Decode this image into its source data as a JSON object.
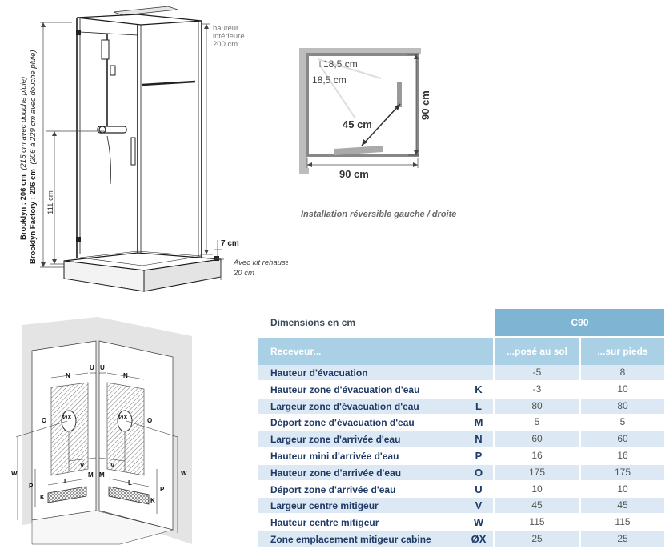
{
  "shower_diagram": {
    "height_label_1": "Brooklyn : 206 cm",
    "height_label_1_note": "(215 cm avec douche pluie)",
    "height_label_2": "Brooklyn Factory : 206 cm",
    "height_label_2_note": "(206 à 229 cm avec douche pluie)",
    "interior_height": [
      "hauteur",
      "intérieure",
      "200 cm"
    ],
    "tap_height": "111 cm",
    "tray_height": "7 cm",
    "riser_kit": [
      "Avec kit rehausse",
      "20 cm"
    ]
  },
  "plan_view": {
    "dim_1": "18,5 cm",
    "dim_2": "18,5 cm",
    "diagonal": "45 cm",
    "depth": "90 cm",
    "width": "90 cm",
    "caption": "Installation réversible gauche / droite"
  },
  "wall_diagram": {
    "letters": [
      "N",
      "U",
      "U",
      "N",
      "O",
      "ØX",
      "ØX",
      "O",
      "V",
      "V",
      "W",
      "W",
      "P",
      "P",
      "L",
      "M",
      "M",
      "L",
      "K",
      "K"
    ]
  },
  "table": {
    "header_label": "Dimensions en cm",
    "model": "C90",
    "sub_label": "Receveur...",
    "col1": "...posé au sol",
    "col2": "...sur pieds",
    "rows": [
      {
        "name": "Hauteur d'évacuation",
        "code": "",
        "v1": "-5",
        "v2": "8"
      },
      {
        "name": "Hauteur zone d'évacuation d'eau",
        "code": "K",
        "v1": "-3",
        "v2": "10"
      },
      {
        "name": "Largeur zone d'évacuation d'eau",
        "code": "L",
        "v1": "80",
        "v2": "80"
      },
      {
        "name": "Déport zone d'évacuation d'eau",
        "code": "M",
        "v1": "5",
        "v2": "5"
      },
      {
        "name": "Largeur zone d'arrivée d'eau",
        "code": "N",
        "v1": "60",
        "v2": "60"
      },
      {
        "name": "Hauteur mini d'arrivée d'eau",
        "code": "P",
        "v1": "16",
        "v2": "16"
      },
      {
        "name": "Hauteur zone d'arrivée d'eau",
        "code": "O",
        "v1": "175",
        "v2": "175"
      },
      {
        "name": "Déport zone d'arrivée d'eau",
        "code": "U",
        "v1": "10",
        "v2": "10"
      },
      {
        "name": "Largeur centre mitigeur",
        "code": "V",
        "v1": "45",
        "v2": "45"
      },
      {
        "name": "Hauteur centre mitigeur",
        "code": "W",
        "v1": "115",
        "v2": "115"
      },
      {
        "name": "Zone emplacement mitigeur cabine",
        "code": "ØX",
        "v1": "25",
        "v2": "25"
      }
    ]
  }
}
